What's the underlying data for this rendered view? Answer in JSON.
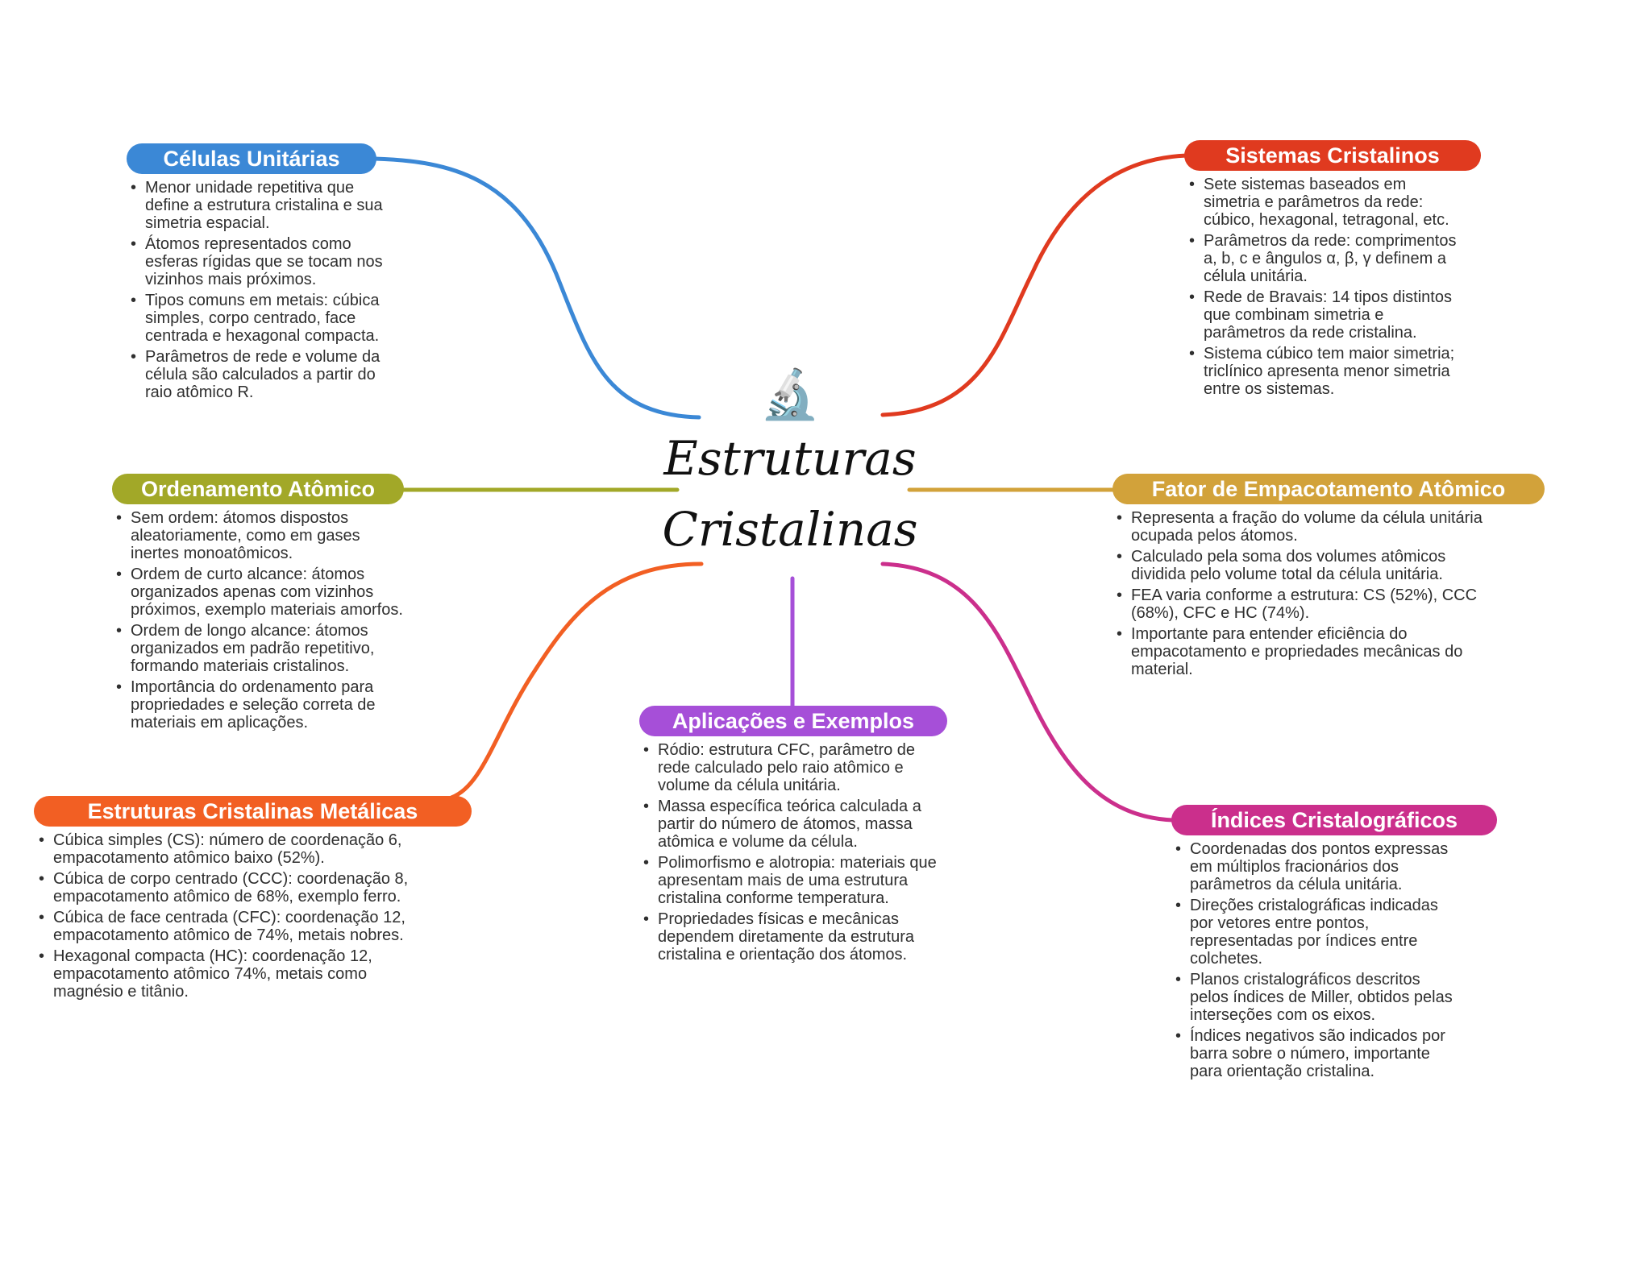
{
  "central": {
    "icon": "microscope-icon",
    "title": "Estruturas Cristalinas"
  },
  "branches": [
    {
      "id": "celulas",
      "title": "Células Unitárias",
      "color": "#3b88d6",
      "items": [
        "Menor unidade repetitiva que define a estrutura cristalina e sua simetria espacial.",
        "Átomos representados como esferas rígidas que se tocam nos vizinhos mais próximos.",
        "Tipos comuns em metais: cúbica simples, corpo centrado, face centrada e hexagonal compacta.",
        "Parâmetros de rede e volume da célula são calculados a partir do raio atômico R."
      ]
    },
    {
      "id": "sistemas",
      "title": "Sistemas Cristalinos",
      "color": "#e03a1f",
      "items": [
        "Sete sistemas baseados em simetria e parâmetros da rede: cúbico, hexagonal, tetragonal, etc.",
        "Parâmetros da rede: comprimentos a, b, c e ângulos α, β, γ definem a célula unitária.",
        "Rede de Bravais: 14 tipos distintos que combinam simetria e parâmetros da rede cristalina.",
        "Sistema cúbico tem maior simetria; triclínico apresenta menor simetria entre os sistemas."
      ]
    },
    {
      "id": "ordenamento",
      "title": "Ordenamento Atômico",
      "color": "#a2a828",
      "items": [
        "Sem ordem: átomos dispostos aleatoriamente, como em gases inertes monoatômicos.",
        "Ordem de curto alcance: átomos organizados apenas com vizinhos próximos, exemplo materiais amorfos.",
        "Ordem de longo alcance: átomos organizados em padrão repetitivo, formando materiais cristalinos.",
        "Importância do ordenamento para propriedades e seleção correta de materiais em aplicações."
      ]
    },
    {
      "id": "fator",
      "title": "Fator de Empacotamento Atômico",
      "color": "#d2a23a",
      "items": [
        "Representa a fração do volume da célula unitária ocupada pelos átomos.",
        "Calculado pela soma dos volumes atômicos dividida pelo volume total da célula unitária.",
        "FEA varia conforme a estrutura: CS (52%), CCC (68%), CFC e HC (74%).",
        "Importante para entender eficiência do empacotamento e propriedades mecânicas do material."
      ]
    },
    {
      "id": "metalicas",
      "title": "Estruturas Cristalinas Metálicas",
      "color": "#f25f23",
      "items": [
        "Cúbica simples (CS): número de coordenação 6, empacotamento atômico baixo (52%).",
        "Cúbica de corpo centrado (CCC): coordenação 8, empacotamento atômico de 68%, exemplo ferro.",
        "Cúbica de face centrada (CFC): coordenação 12, empacotamento atômico de 74%, metais nobres.",
        "Hexagonal compacta (HC): coordenação 12, empacotamento atômico 74%, metais como magnésio e titânio."
      ]
    },
    {
      "id": "aplicacoes",
      "title": "Aplicações e Exemplos",
      "color": "#a64fd8",
      "items": [
        "Ródio: estrutura CFC, parâmetro de rede calculado pelo raio atômico e volume da célula unitária.",
        "Massa específica teórica calculada a partir do número de átomos, massa atômica e volume da célula.",
        "Polimorfismo e alotropia: materiais que apresentam mais de uma estrutura cristalina conforme temperatura.",
        "Propriedades físicas e mecânicas dependem diretamente da estrutura cristalina e orientação dos átomos."
      ]
    },
    {
      "id": "indices",
      "title": "Índices Cristalográficos",
      "color": "#cb2f8c",
      "items": [
        "Coordenadas dos pontos expressas em múltiplos fracionários dos parâmetros da célula unitária.",
        "Direções cristalográficas indicadas por vetores entre pontos, representadas por índices entre colchetes.",
        "Planos cristalográficos descritos pelos índices de Miller, obtidos pelas interseções com os eixos.",
        "Índices negativos são indicados por barra sobre o número, importante para orientação cristalina."
      ]
    }
  ]
}
